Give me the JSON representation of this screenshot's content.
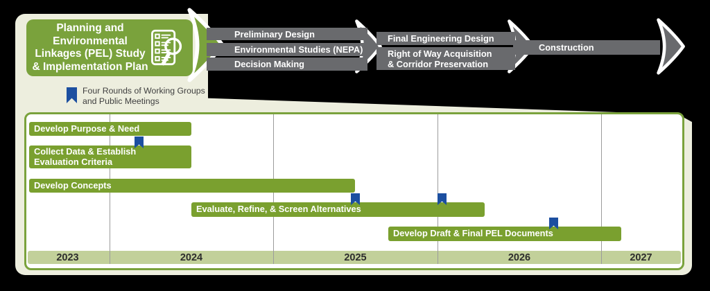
{
  "palette": {
    "green": "#7aa23c",
    "bar_green": "#7aa02f",
    "cream": "#edeede",
    "gray": "#696a6d",
    "blue": "#1c4fa0",
    "band_green": "#c2d09a",
    "gridline": "#9b9b9b"
  },
  "header": {
    "pel_box_title": "Planning and\nEnvironmental\nLinkages (PEL) Study\n& Implementation Plan",
    "pel_icon": "checklist-magnifier-icon",
    "phase_groups": [
      {
        "bars": [
          {
            "label": "Preliminary Design"
          },
          {
            "label": "Environmental Studies (NEPA)"
          },
          {
            "label": "Decision Making"
          }
        ]
      },
      {
        "bars": [
          {
            "label": "Final Engineering Design"
          },
          {
            "label": "Right of Way Acquisition\n& Corridor Preservation"
          }
        ]
      },
      {
        "bars": [
          {
            "label": "Construction"
          }
        ]
      }
    ]
  },
  "legend": {
    "icon": "bookmark-icon",
    "label": "Four Rounds of Working Groups\nand Public Meetings"
  },
  "chart_data": {
    "type": "gantt",
    "title": "PEL Study schedule",
    "x_axis": {
      "tick_labels": [
        "2023",
        "2024",
        "2025",
        "2026",
        "2027"
      ],
      "range": [
        2023.49,
        2027.52
      ],
      "gridline_years": [
        2024,
        2025,
        2026,
        2027
      ],
      "grid": true
    },
    "tasks": [
      {
        "label": "Develop Purpose & Need",
        "start": 2023.51,
        "end": 2024.5
      },
      {
        "label": "Collect Data & Establish\nEvaluation Criteria",
        "start": 2023.51,
        "end": 2024.5
      },
      {
        "label": "Develop Concepts",
        "start": 2023.51,
        "end": 2025.5
      },
      {
        "label": "Evaluate, Refine, & Screen Alternatives",
        "start": 2024.5,
        "end": 2026.29
      },
      {
        "label": "Develop Draft & Final PEL Documents",
        "start": 2025.7,
        "end": 2027.12
      }
    ],
    "milestones": [
      {
        "name": "working-group-round-1",
        "year": 2024.18,
        "task_index": 1
      },
      {
        "name": "working-group-round-2",
        "year": 2025.5,
        "task_index": 3
      },
      {
        "name": "working-group-round-3",
        "year": 2026.03,
        "task_index": 3
      },
      {
        "name": "working-group-round-4",
        "year": 2026.71,
        "task_index": 4
      }
    ]
  }
}
